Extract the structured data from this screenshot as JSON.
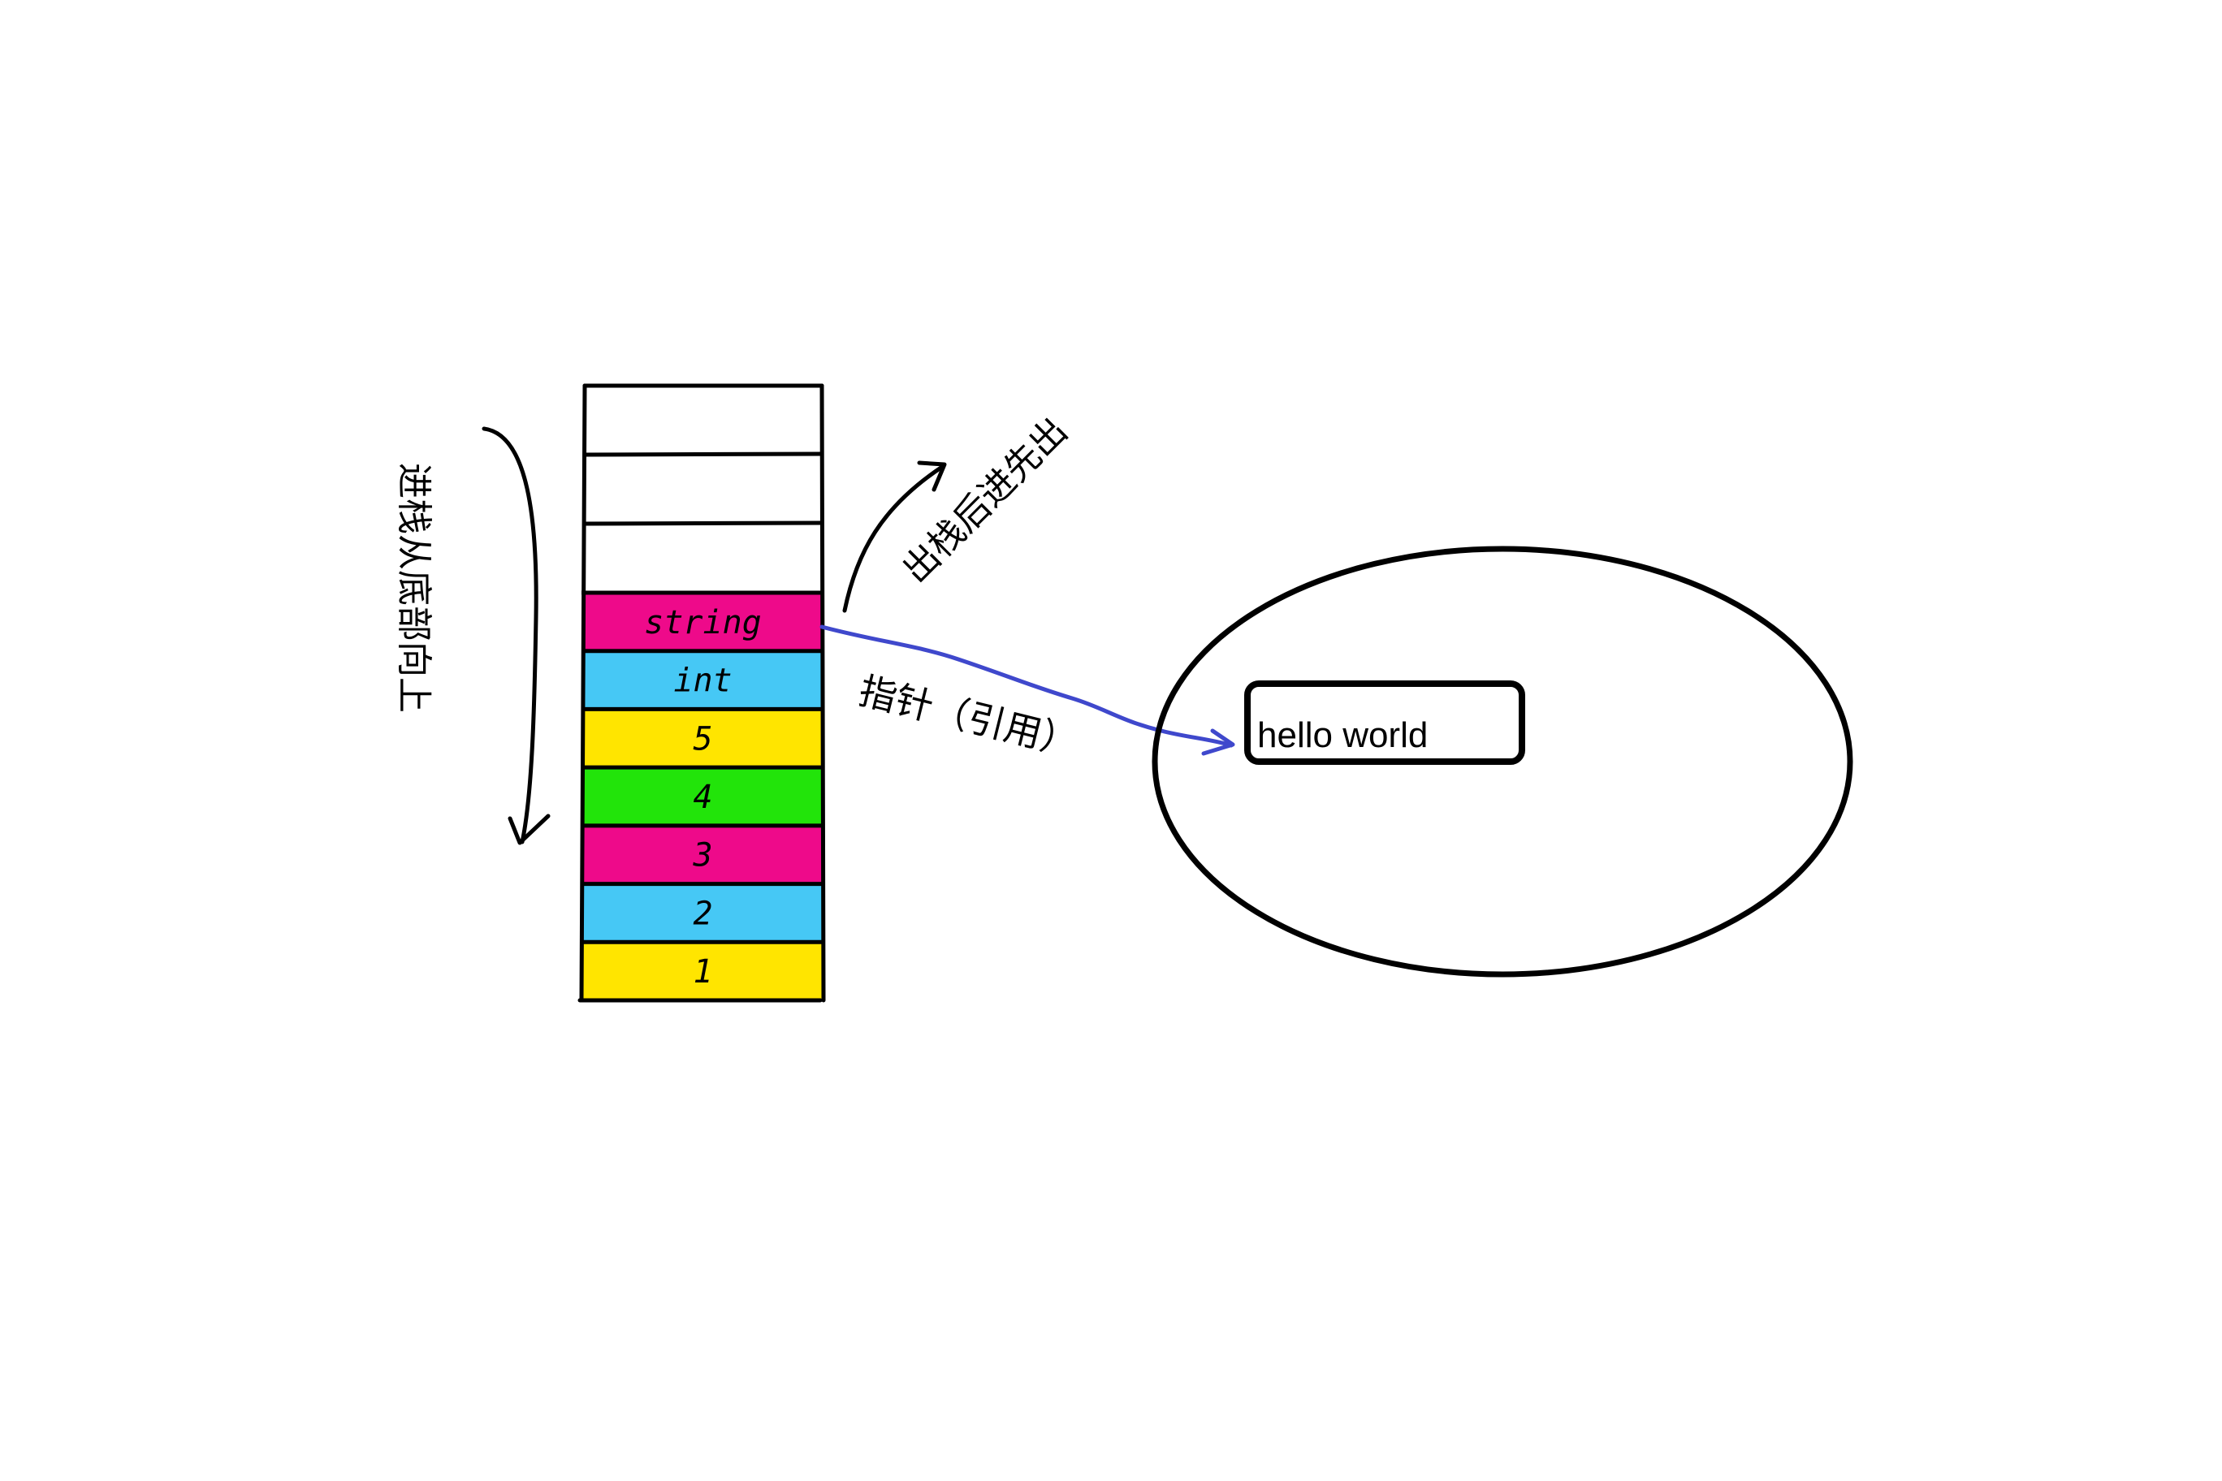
{
  "stack": {
    "empty_slots": 3,
    "cells": [
      {
        "label": "string",
        "color": "#ee0a8a"
      },
      {
        "label": "int",
        "color": "#46c8f5"
      },
      {
        "label": "5",
        "color": "#ffe500"
      },
      {
        "label": "4",
        "color": "#22e40a"
      },
      {
        "label": "3",
        "color": "#ee0a8a"
      },
      {
        "label": "2",
        "color": "#46c8f5"
      },
      {
        "label": "1",
        "color": "#ffe500"
      }
    ]
  },
  "annotations": {
    "push_text": "进栈从底部向上",
    "pop_text": "出栈后进先出",
    "pointer_text": "指针（引用）"
  },
  "heap": {
    "value_text": "hello world"
  },
  "colors": {
    "stroke": "#000000",
    "pointer": "#3f48cc"
  }
}
